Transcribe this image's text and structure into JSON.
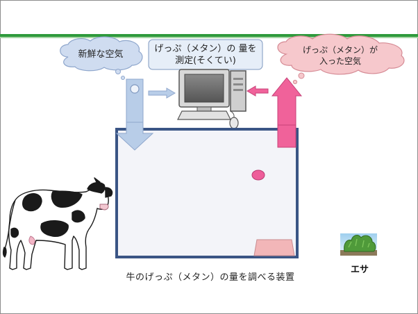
{
  "labels": {
    "fresh_air": "新鮮な空気",
    "measure_line1": "げっぷ（メタン）の 量を",
    "measure_line2": "測定(そくてい)",
    "methane_air_line1": "げっぷ（メタン）が",
    "methane_air_line2": "入った空気",
    "caption": "牛のげっぷ（メタン）の量を調べる装置",
    "feed": "エサ"
  },
  "colors": {
    "header_rule": "#2e9a3c",
    "fresh_bubble": "#cfdcf0",
    "methane_bubble": "#f6c8cc",
    "inflow_arrow": "#b8cde8",
    "outflow_arrow": "#f0629a",
    "chamber_border": "#3a5585",
    "chamber_fill": "#f3f4f9",
    "feed_tray": "#f2b6b8",
    "sensor_dot": "#ee5d9a"
  },
  "icons": [
    "cow-icon",
    "computer-icon",
    "grass-icon"
  ]
}
